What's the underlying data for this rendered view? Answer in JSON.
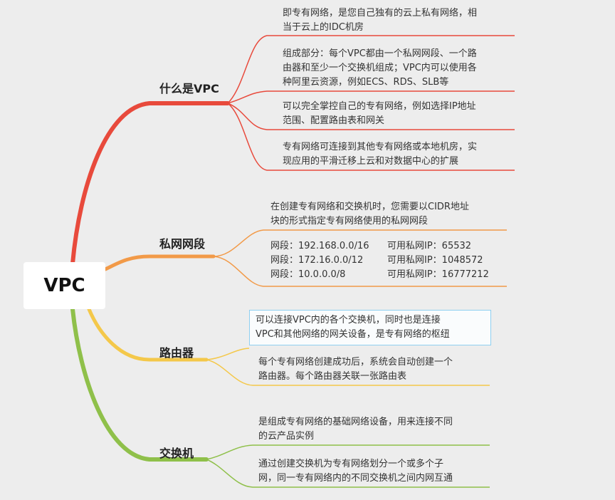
{
  "root": {
    "label": "VPC"
  },
  "colors": {
    "what_is_vpc": "#e84a3c",
    "private_net": "#f29a48",
    "router": "#f4c84a",
    "switch": "#8fc04a",
    "highlight_border": "#8ecff0"
  },
  "branches": {
    "what_is_vpc": {
      "label": "什么是VPC",
      "items": [
        "即专有网络，是您自己独有的云上私有网络，相\n当于云上的IDC机房",
        "组成部分：每个VPC都由一个私网网段、一个路\n由器和至少一个交换机组成；VPC内可以使用各\n种阿里云资源，例如ECS、RDS、SLB等",
        "可以完全掌控自己的专有网络，例如选择IP地址\n范围、配置路由表和网关",
        "专有网络可连接到其他专有网络或本地机房，实\n现应用的平滑迁移上云和对数据中心的扩展"
      ]
    },
    "private_net": {
      "label": "私网网段",
      "intro": "在创建专有网络和交换机时，您需要以CIDR地址\n块的形式指定专有网络使用的私网网段",
      "segments": [
        {
          "segment": "网段：192.168.0.0/16",
          "ips": "可用私网IP：65532"
        },
        {
          "segment": "网段：172.16.0.0/12",
          "ips": "可用私网IP：1048572"
        },
        {
          "segment": "网段：10.0.0.0/8",
          "ips": "可用私网IP：16777212"
        }
      ]
    },
    "router": {
      "label": "路由器",
      "items": [
        "可以连接VPC内的各个交换机，同时也是连接\nVPC和其他网络的网关设备，是专有网络的枢纽",
        "每个专有网络创建成功后，系统会自动创建一个\n路由器。每个路由器关联一张路由表"
      ]
    },
    "switch": {
      "label": "交换机",
      "items": [
        "是组成专有网络的基础网络设备，用来连接不同\n的云产品实例",
        "通过创建交换机为专有网络划分一个或多个子\n网，同一专有网络内的不同交换机之间内网互通"
      ]
    }
  }
}
